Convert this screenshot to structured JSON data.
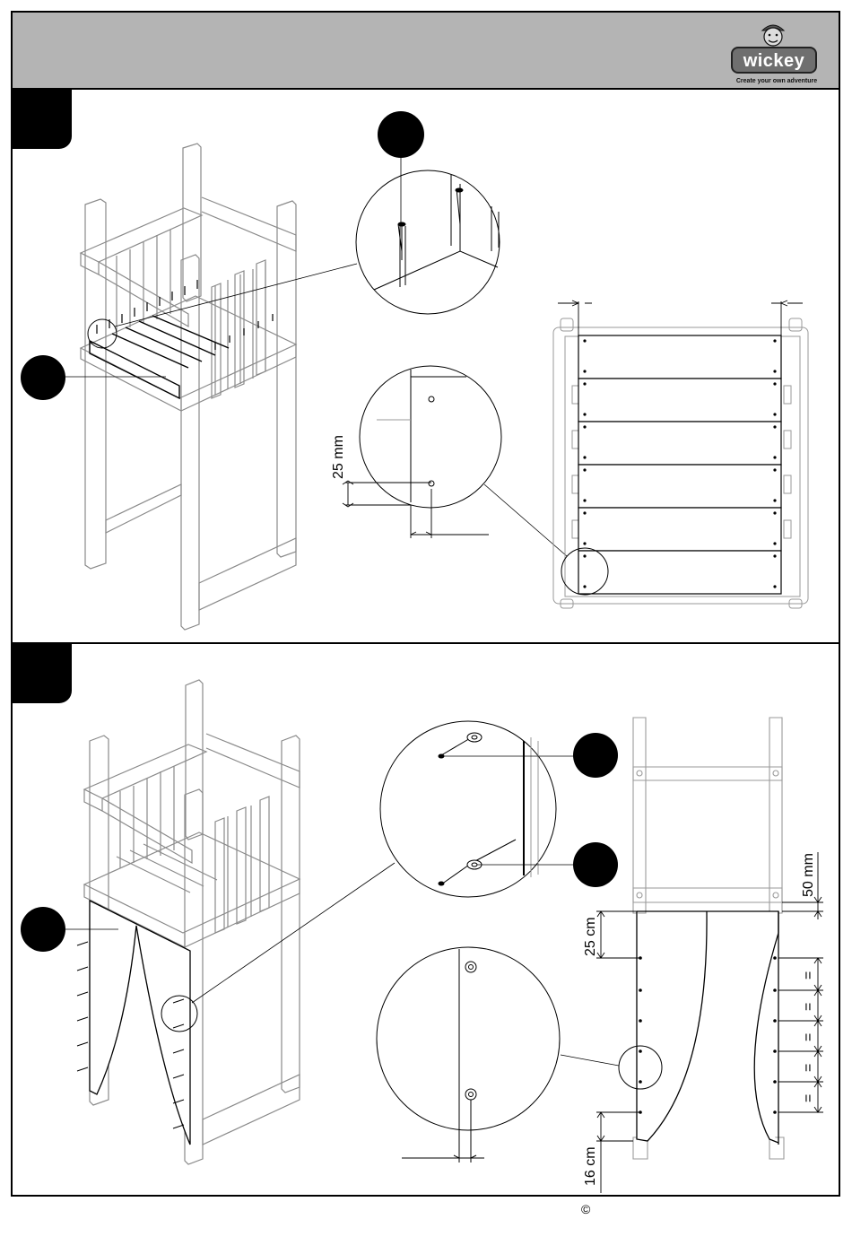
{
  "brand": {
    "logo_word": "wickey",
    "tagline": "Create your own adventure",
    "icons": [
      "child-face-logo-icon"
    ]
  },
  "section1": {
    "dimension_label": "25 mm"
  },
  "section2": {
    "dimension_top": "50 mm",
    "dimension_side": "25 cm",
    "dimension_bottom": "16 cm",
    "equal_marks": [
      "=",
      "=",
      "=",
      "=",
      "="
    ]
  },
  "footer": {
    "copyright": "©"
  }
}
